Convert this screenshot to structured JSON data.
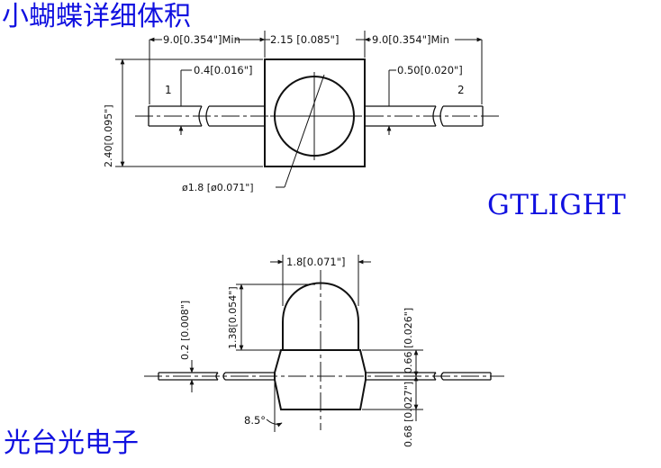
{
  "title_top": "小蝴蝶详细体积",
  "title_bottom": "光台光电子",
  "brand": "GTLIGHT",
  "colors": {
    "title": "#1010e0",
    "line": "#111111",
    "background": "#ffffff"
  },
  "top_view": {
    "lead_length_left": "9.0[0.354\"]Min",
    "body_width": "2.15 [0.085\"]",
    "lead_length_right": "9.0[0.354\"]Min",
    "body_height": "2.40[0.095\"]",
    "lead_width_left": "0.4[0.016\"]",
    "lead_width_right": "0.50[0.020\"]",
    "pin1": "1",
    "pin2": "2",
    "lens_diameter": "ø1.8 [ø0.071\"]"
  },
  "side_view": {
    "dome_width": "1.8[0.071\"]",
    "dome_height": "1.38[0.054\"]",
    "lead_thickness": "0.2 [0.008\"]",
    "upper_body_height": "0.66 [0.026\"]",
    "lower_body_height": "0.68 [0.027\"]",
    "taper_angle": "8.5°"
  }
}
